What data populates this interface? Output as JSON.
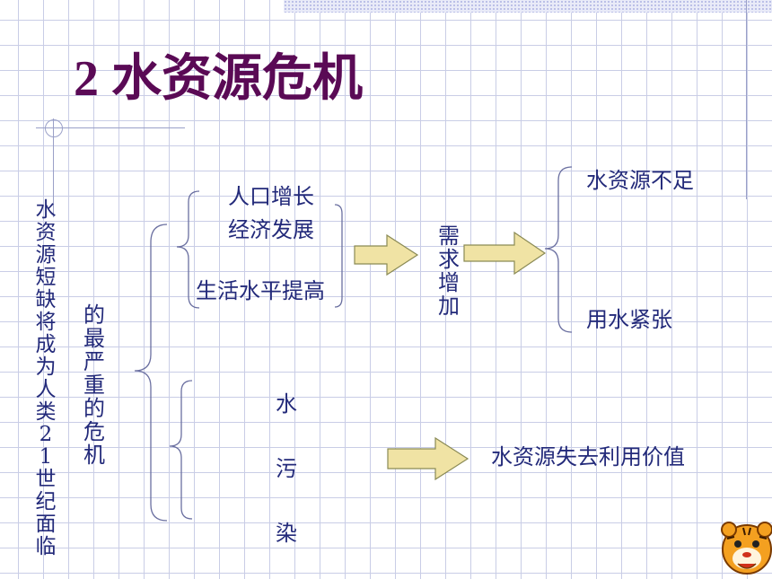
{
  "slide": {
    "title": "2 水资源危机",
    "left_vertical_text": "水资源短缺将成为人类21世纪面临",
    "second_vertical_text": "的最严重的危机",
    "causes": {
      "population": "人口增长",
      "economy": "经济发展",
      "living": "生活水平提高"
    },
    "demand_text": "需求增加",
    "results": {
      "shortage": "水资源不足",
      "tension": "用水紧张"
    },
    "pollution_chars": [
      "水",
      "污",
      "染"
    ],
    "pollution_result": "水资源失去利用价值"
  },
  "colors": {
    "title": "#5a0a55",
    "text": "#232a7a",
    "arrow_fill": "#f0e3a4",
    "arrow_stroke": "#8a8a55",
    "brace": "#6a6fa0",
    "grid": "#c9cde6"
  },
  "icons": {
    "mascot": "tiger-cartoon-icon"
  }
}
